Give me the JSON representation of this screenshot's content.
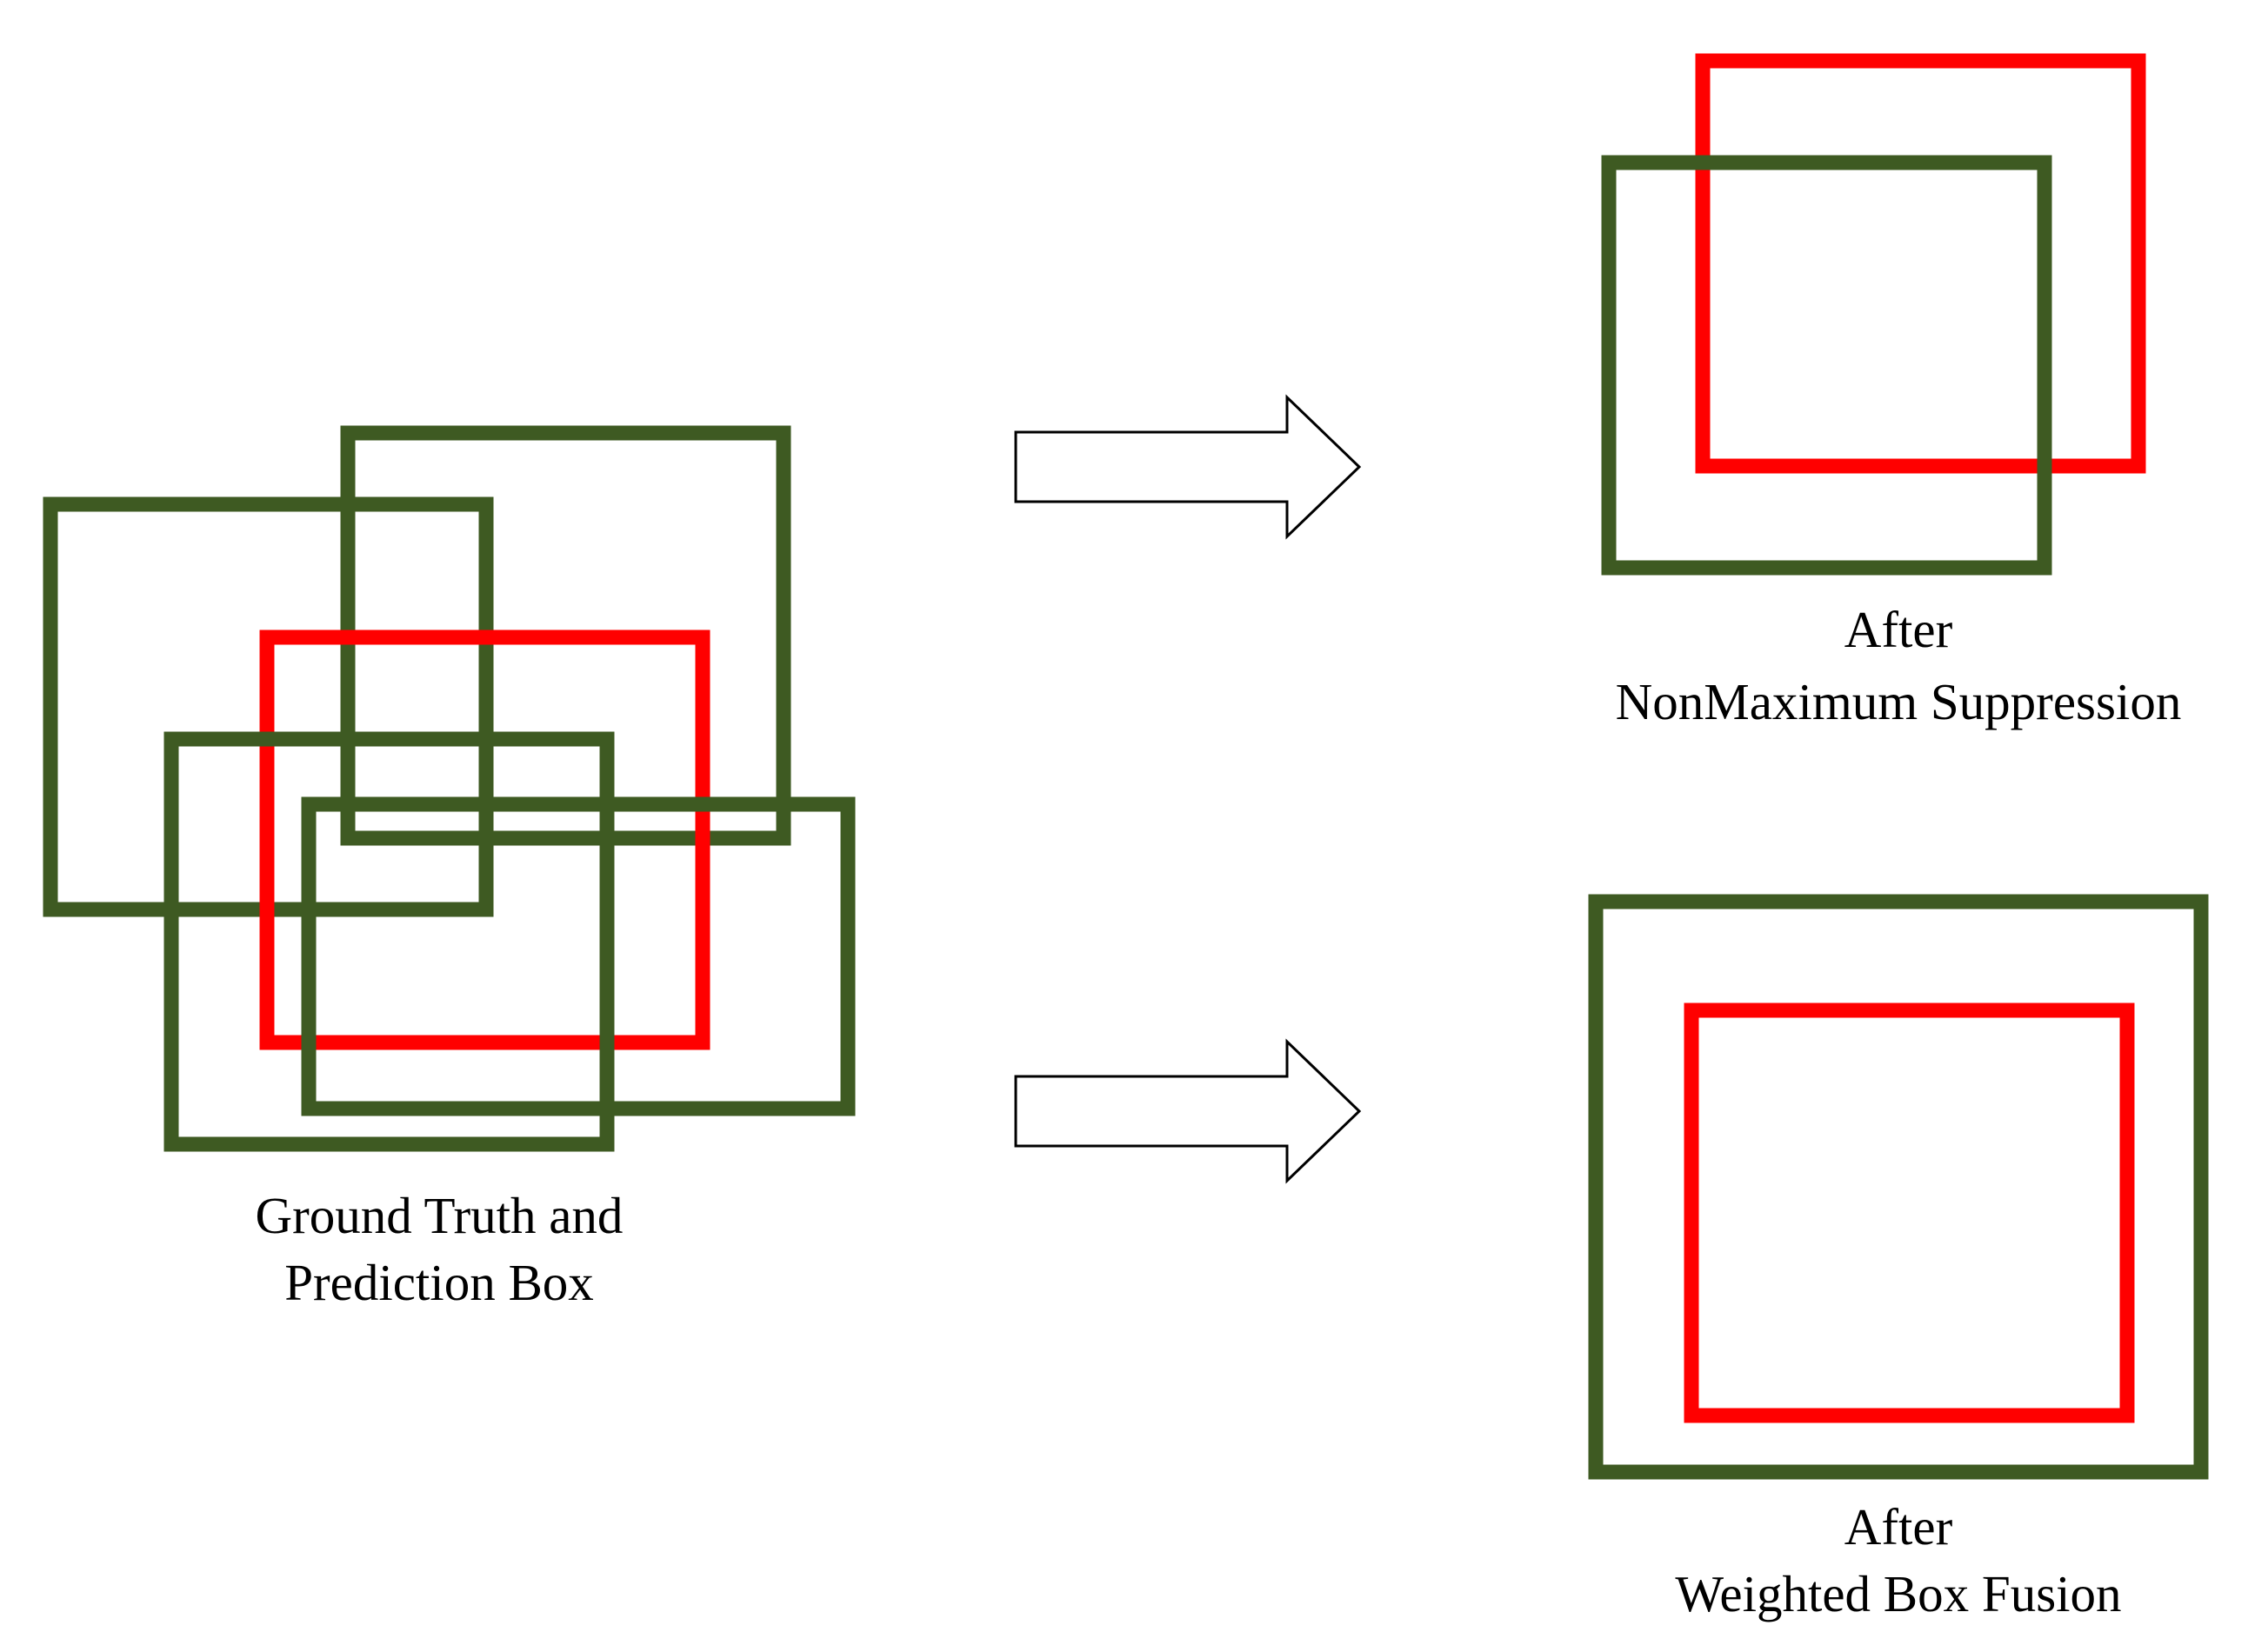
{
  "colors": {
    "ground_truth": "#ff0000",
    "prediction": "#3e5a22",
    "arrow_fill": "#ffffff",
    "arrow_stroke": "#000000",
    "background": "#ffffff"
  },
  "left_panel": {
    "caption_line1": "Ground Truth and",
    "caption_line2": "Prediction Box"
  },
  "nms_panel": {
    "caption_line1": "After",
    "caption_line2": "NonMaximum Suppression"
  },
  "wbf_panel": {
    "caption_line1": "After",
    "caption_line2": "Weighted Box Fusion"
  }
}
